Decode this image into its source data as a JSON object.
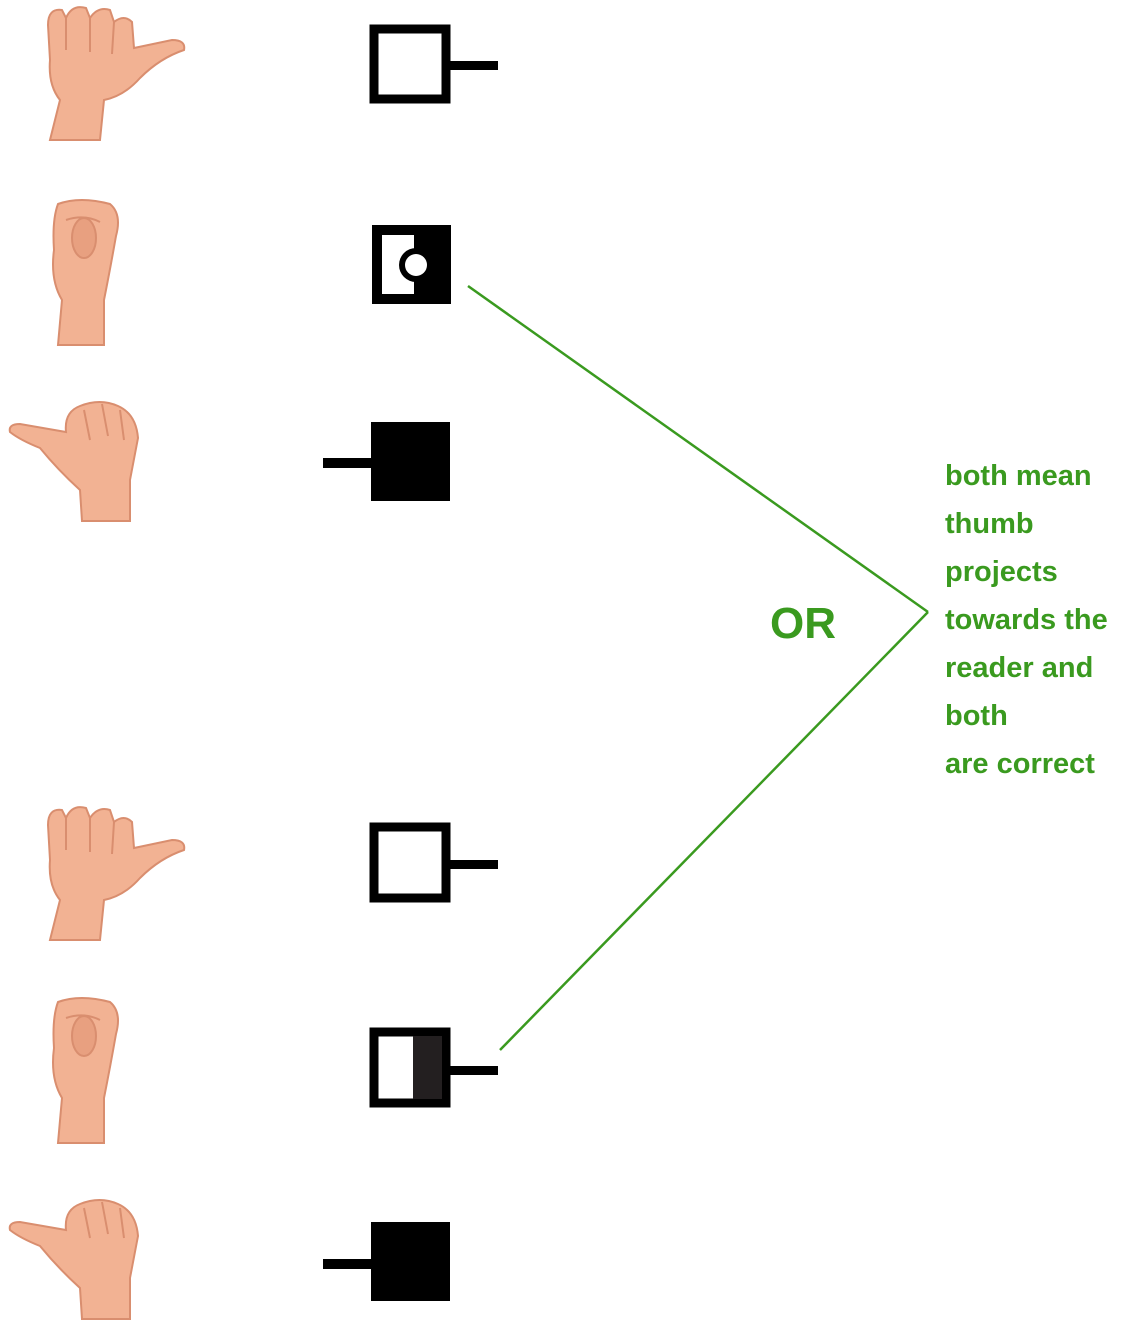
{
  "colors": {
    "accent": "#3a9a1f",
    "symbol": "#000000",
    "skin": "#f2b293",
    "skin_shadow": "#d98e6f"
  },
  "rows": [
    {
      "hand": "thumb-right",
      "symbol": "square-line-right"
    },
    {
      "hand": "thumb-toward-reader",
      "symbol": "black-square-white-notch-dot"
    },
    {
      "hand": "thumb-left",
      "symbol": "filled-square-line-left"
    },
    {
      "hand": "thumb-right",
      "symbol": "square-line-right"
    },
    {
      "hand": "thumb-toward-reader",
      "symbol": "square-half-filled-line-right"
    },
    {
      "hand": "thumb-left",
      "symbol": "filled-square-line-left"
    }
  ],
  "or_label": "OR",
  "note": {
    "lines": [
      "both mean",
      "thumb",
      "projects",
      "towards the",
      "reader and",
      "both",
      "are correct"
    ]
  }
}
